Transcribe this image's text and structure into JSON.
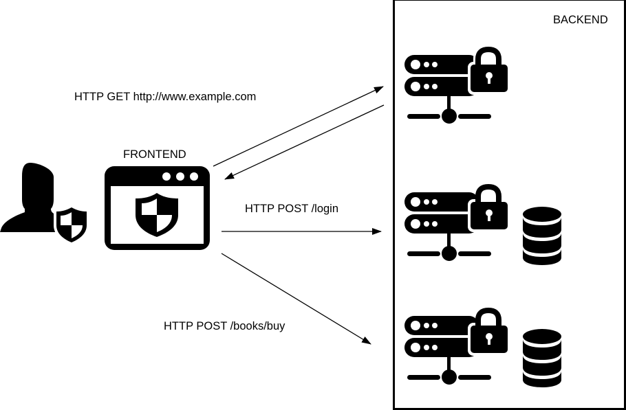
{
  "diagram": {
    "backend": {
      "title": "BACKEND"
    },
    "frontend": {
      "title": "FRONTEND"
    },
    "connections": [
      {
        "label": "HTTP GET http://www.example.com",
        "from": "frontend",
        "to": "backend-server-1",
        "direction": "bidirectional"
      },
      {
        "label": "HTTP POST /login",
        "from": "frontend",
        "to": "backend-server-2",
        "direction": "forward"
      },
      {
        "label": "HTTP POST /books/buy",
        "from": "frontend",
        "to": "backend-server-3",
        "direction": "forward"
      }
    ],
    "nodes": [
      {
        "id": "user",
        "icon": "user-shield-icon"
      },
      {
        "id": "frontend",
        "icon": "browser-window-shield-icon"
      },
      {
        "id": "backend-server-1",
        "icon": "secure-server-icon",
        "database": false
      },
      {
        "id": "backend-server-2",
        "icon": "secure-server-icon",
        "database": true
      },
      {
        "id": "backend-server-3",
        "icon": "secure-server-icon",
        "database": true
      }
    ],
    "colors": {
      "stroke": "#000000",
      "background": "#ffffff"
    }
  }
}
